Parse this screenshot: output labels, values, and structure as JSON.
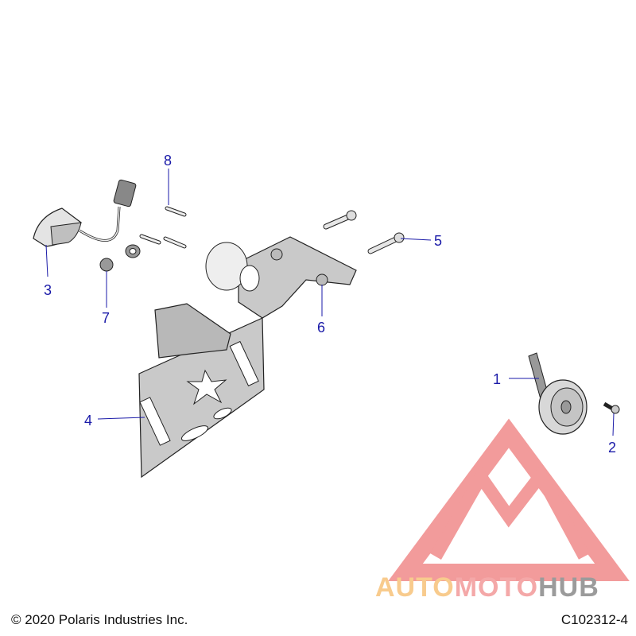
{
  "callouts": [
    {
      "id": "1",
      "label": "1",
      "part": "horn"
    },
    {
      "id": "2",
      "label": "2",
      "part": "horn-bolt"
    },
    {
      "id": "3",
      "label": "3",
      "part": "license-plate-light"
    },
    {
      "id": "4",
      "label": "4",
      "part": "license-plate-bracket"
    },
    {
      "id": "5",
      "label": "5",
      "part": "mounting-bolt"
    },
    {
      "id": "6",
      "label": "6",
      "part": "flange-nut"
    },
    {
      "id": "7",
      "label": "7",
      "part": "grommet"
    },
    {
      "id": "8",
      "label": "8",
      "part": "screw"
    }
  ],
  "footer": {
    "copyright": "© 2020 Polaris Industries Inc.",
    "drawing_id": "C102312-4"
  },
  "watermark": {
    "part1": "AUTO",
    "part2": "MOTO",
    "part3": "HUB",
    "colors": {
      "triangle": "#f08a8a",
      "auto": "#f7c27a",
      "moto": "#f39a9a",
      "hub": "#8a8a8a"
    }
  },
  "colors": {
    "callout": "#1a1aa8",
    "plate": "#c9c9c9",
    "outline": "#222222"
  }
}
